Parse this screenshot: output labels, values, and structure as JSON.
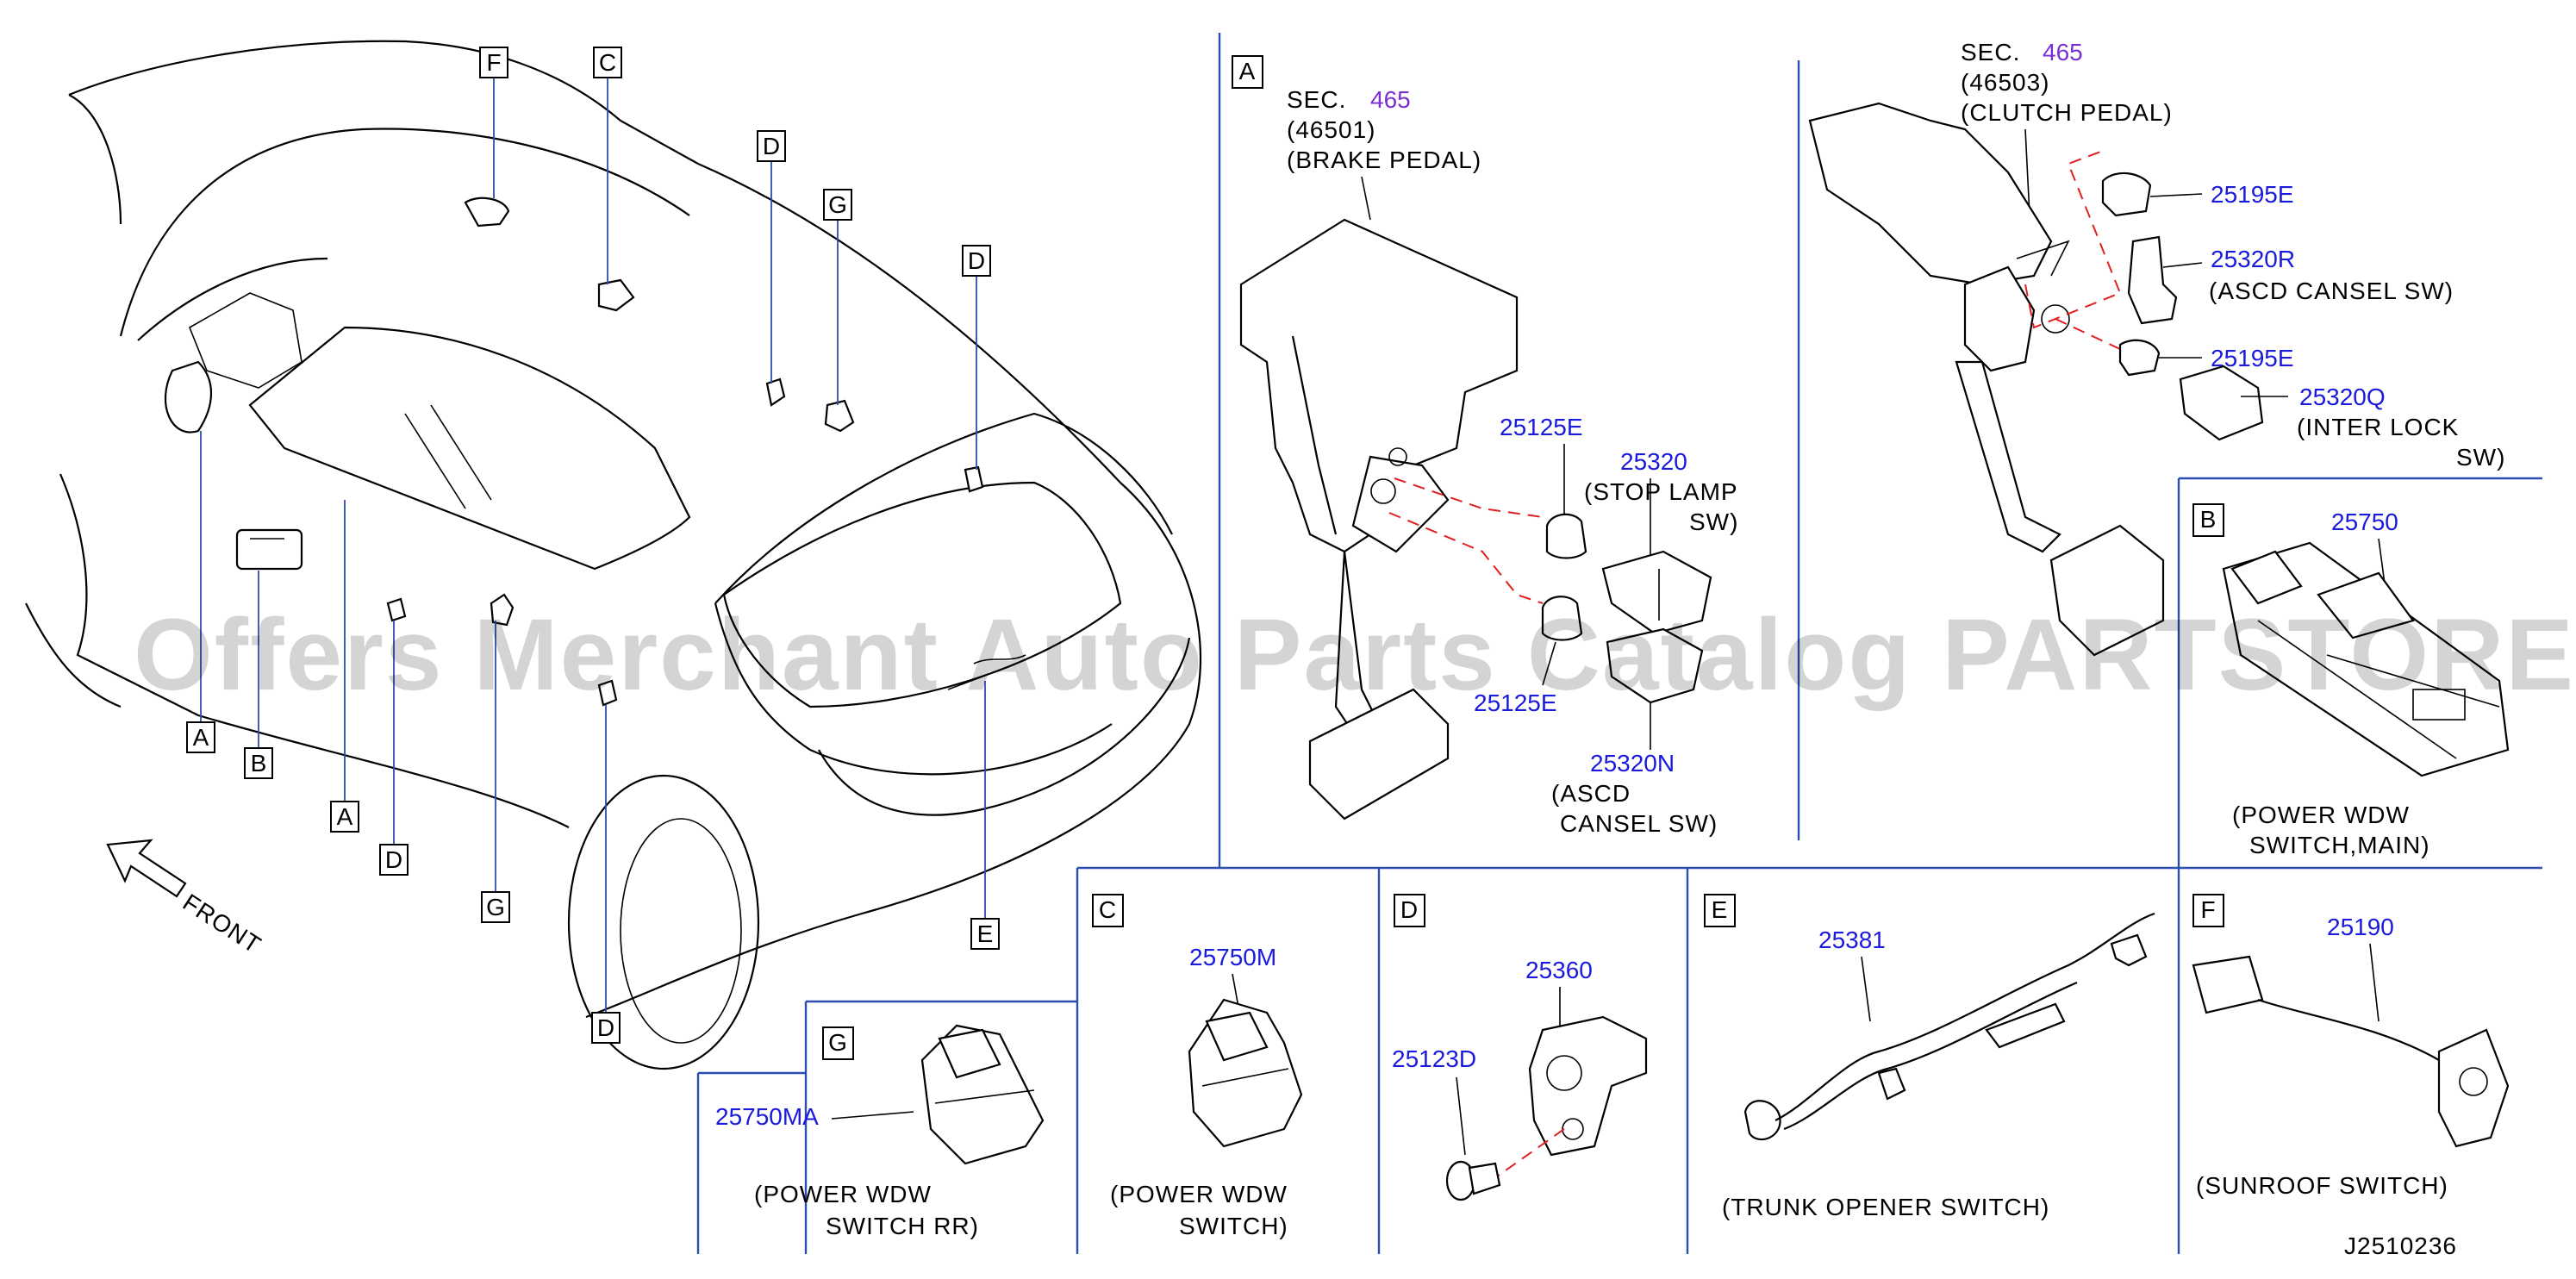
{
  "diagram_code": "J2510236",
  "watermark": "Offers Merchant Auto Parts Catalog PARTSTORE.SA",
  "front_label": "FRONT",
  "overview_letters": {
    "F_top": "F",
    "C_top": "C",
    "D_top1": "D",
    "G_top": "G",
    "D_top2": "D",
    "A_left": "A",
    "B_left": "B",
    "A_mid": "A",
    "D_mid": "D",
    "G_mid": "G",
    "E_mid": "E",
    "D_bottom": "D"
  },
  "panel_a": {
    "letter": "A",
    "brake_sec": "SEC.",
    "brake_sec_num": "465",
    "brake_code": "(46501)",
    "brake_name": "(BRAKE   PEDAL)",
    "part_25125e_top": "25125E",
    "part_25320": "25320",
    "stop_lamp_1": "(STOP   LAMP",
    "stop_lamp_2": "SW)",
    "part_25125e_bottom": "25125E",
    "part_25320n": "25320N",
    "ascd_1": "(ASCD",
    "ascd_2": "CANSEL   SW)",
    "clutch_sec": "SEC.",
    "clutch_sec_num": "465",
    "clutch_code": "(46503)",
    "clutch_name": "(CLUTCH   PEDAL)",
    "part_25195e_top": "25195E",
    "part_25320r": "25320R",
    "ascd_r": "(ASCD   CANSEL   SW)",
    "part_25195e_bottom": "25195E",
    "part_25320q": "25320Q",
    "inter_lock_1": "(INTER   LOCK",
    "inter_lock_2": "SW)"
  },
  "panel_b": {
    "letter": "B",
    "part": "25750",
    "caption_1": "(POWER   WDW",
    "caption_2": "SWITCH,MAIN)"
  },
  "panel_c": {
    "letter": "C",
    "part": "25750M",
    "caption_1": "(POWER   WDW",
    "caption_2": "SWITCH)"
  },
  "panel_d": {
    "letter": "D",
    "part_switch": "25360",
    "part_clip": "25123D"
  },
  "panel_e": {
    "letter": "E",
    "part": "25381",
    "caption": "(TRUNK   OPENER   SWITCH)"
  },
  "panel_f": {
    "letter": "F",
    "part": "25190",
    "caption": "(SUNROOF   SWITCH)"
  },
  "panel_g": {
    "letter": "G",
    "part": "25750MA",
    "caption_1": "(POWER   WDW",
    "caption_2": "SWITCH   RR)"
  }
}
